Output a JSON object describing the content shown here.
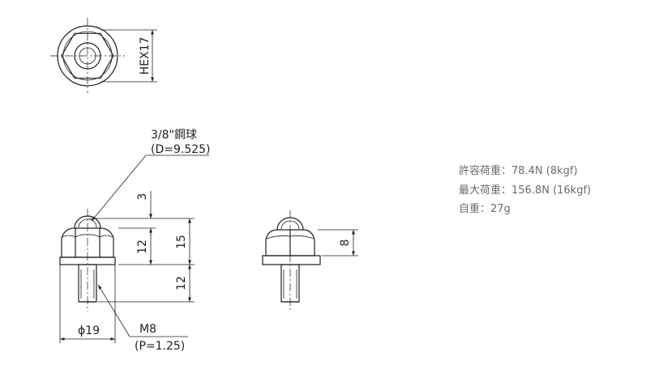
{
  "drawing": {
    "hex_label": "HEX17",
    "ball_label_line1": "3/8\"鋼球",
    "ball_label_line2": "(D=9.525)",
    "dim_ball": "3",
    "dim_body": "12",
    "dim_total": "15",
    "dim_thread": "12",
    "dim_dia": "ϕ19",
    "thread_label": "M8",
    "pitch_label": "(P=1.25)",
    "dim_hex_height": "8"
  },
  "specs": {
    "allowable_load": "許容荷重：78.4N (8kgf)",
    "max_load": "最大荷重：156.8N (16kgf)",
    "weight": "自重：27g"
  }
}
